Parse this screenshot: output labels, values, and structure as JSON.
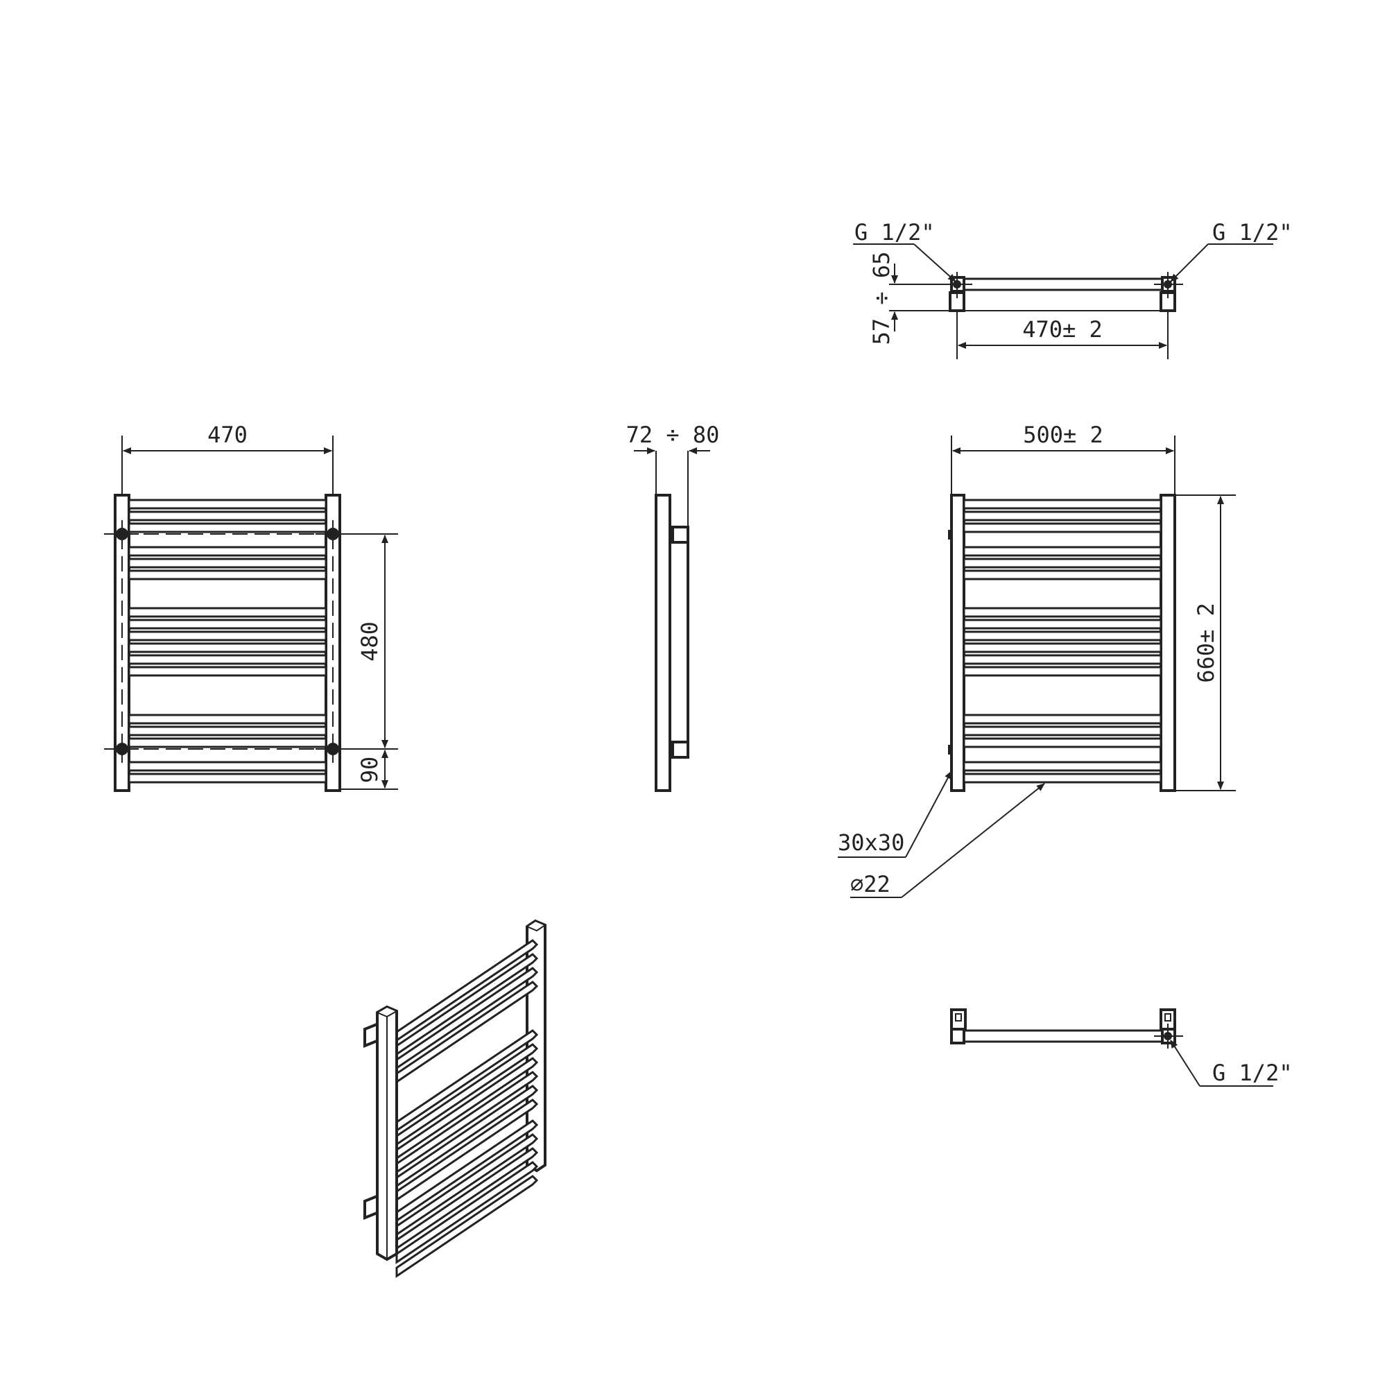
{
  "front_view": {
    "width": "470",
    "pipe_spacing": "480",
    "bottom_offset": "90"
  },
  "side_view": {
    "wall_distance": "72 ÷ 80"
  },
  "top_view": {
    "connection_left": "G 1/2\"",
    "connection_right": "G 1/2\"",
    "depth": "57 ÷ 65",
    "width": "470± 2"
  },
  "rear_view": {
    "width": "500± 2",
    "height": "660± 2",
    "profile": "30x30",
    "tube": "∅22"
  },
  "bottom_view": {
    "connection": "G 1/2\""
  }
}
